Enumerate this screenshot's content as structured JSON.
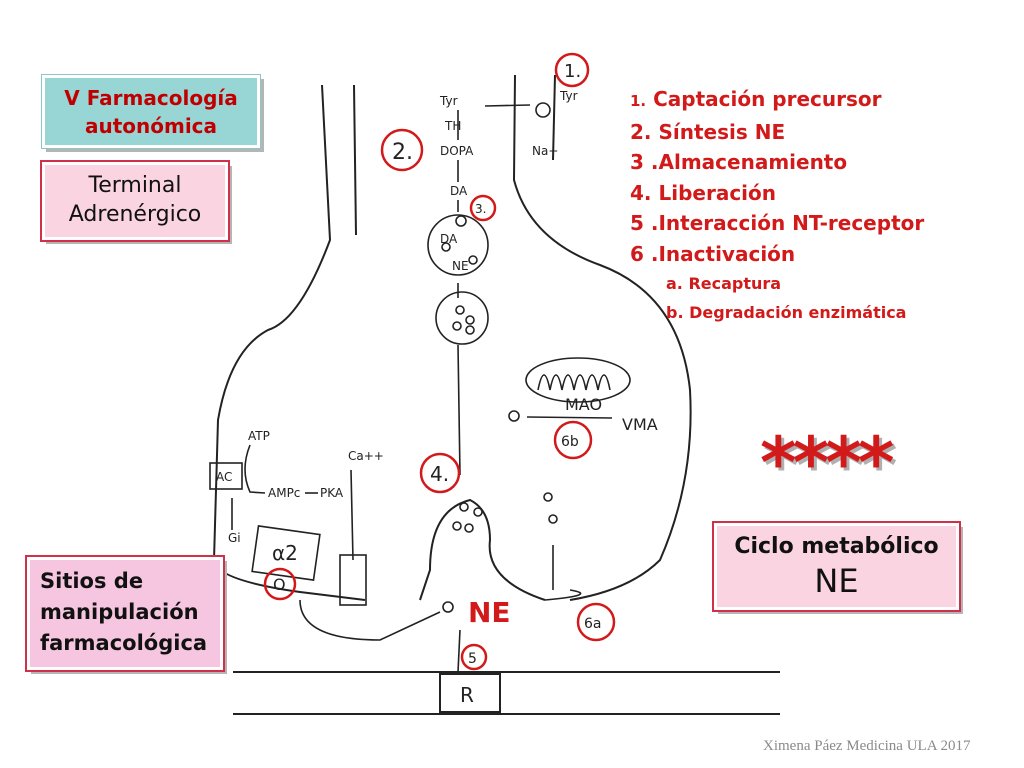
{
  "title_box": {
    "line1": "V Farmacología",
    "line2": "autonómica"
  },
  "terminal_box": {
    "line1": "Terminal",
    "line2": "Adrenérgico"
  },
  "sitios_box": {
    "line1": "Sitios de",
    "line2": "manipulación",
    "line3": "farmacológica"
  },
  "ciclo_box": {
    "line1": "Ciclo metabólico",
    "line2": "NE"
  },
  "steps": [
    {
      "num": "1.",
      "text": "Captación precursor"
    },
    {
      "num": "2.",
      "text": "Síntesis NE"
    },
    {
      "num": "3",
      "text": ".Almacenamiento"
    },
    {
      "num": "4.",
      "text": "Liberación"
    },
    {
      "num": "5",
      "text": ".Interacción NT-receptor"
    },
    {
      "num": "6",
      "text": ".Inactivación"
    }
  ],
  "substeps": [
    {
      "letter": "a.",
      "text": "Recaptura"
    },
    {
      "letter": "b.",
      "text": "Degradación enzimática"
    }
  ],
  "stars": "****",
  "credit": "Ximena Páez Medicina ULA 2017",
  "diagram_labels": {
    "tyr_in": "Tyr",
    "tyr_top": "Tyr",
    "th": "TH",
    "dopa": "DOPA",
    "da": "DA",
    "da_vesicle": "DA",
    "ne_vesicle": "NE",
    "na": "Na+",
    "mao": "MAO",
    "vma": "VMA",
    "atp": "ATP",
    "ac": "AC",
    "ampc": "AMPc",
    "pka": "PKA",
    "ca": "Ca++",
    "gi": "Gi",
    "alpha2": "α2",
    "ne_big": "NE",
    "receptor": "R"
  },
  "markers": {
    "m1": "1.",
    "m2": "2.",
    "m3": "3.",
    "m4": "4.",
    "m5": "5",
    "m6a": "6a",
    "m6b": "6b",
    "mO": "O"
  },
  "colors": {
    "accent": "#d21a1a",
    "title_bg": "#98d6d6",
    "pink_bg": "#fbd4e2",
    "ink": "#222222"
  }
}
